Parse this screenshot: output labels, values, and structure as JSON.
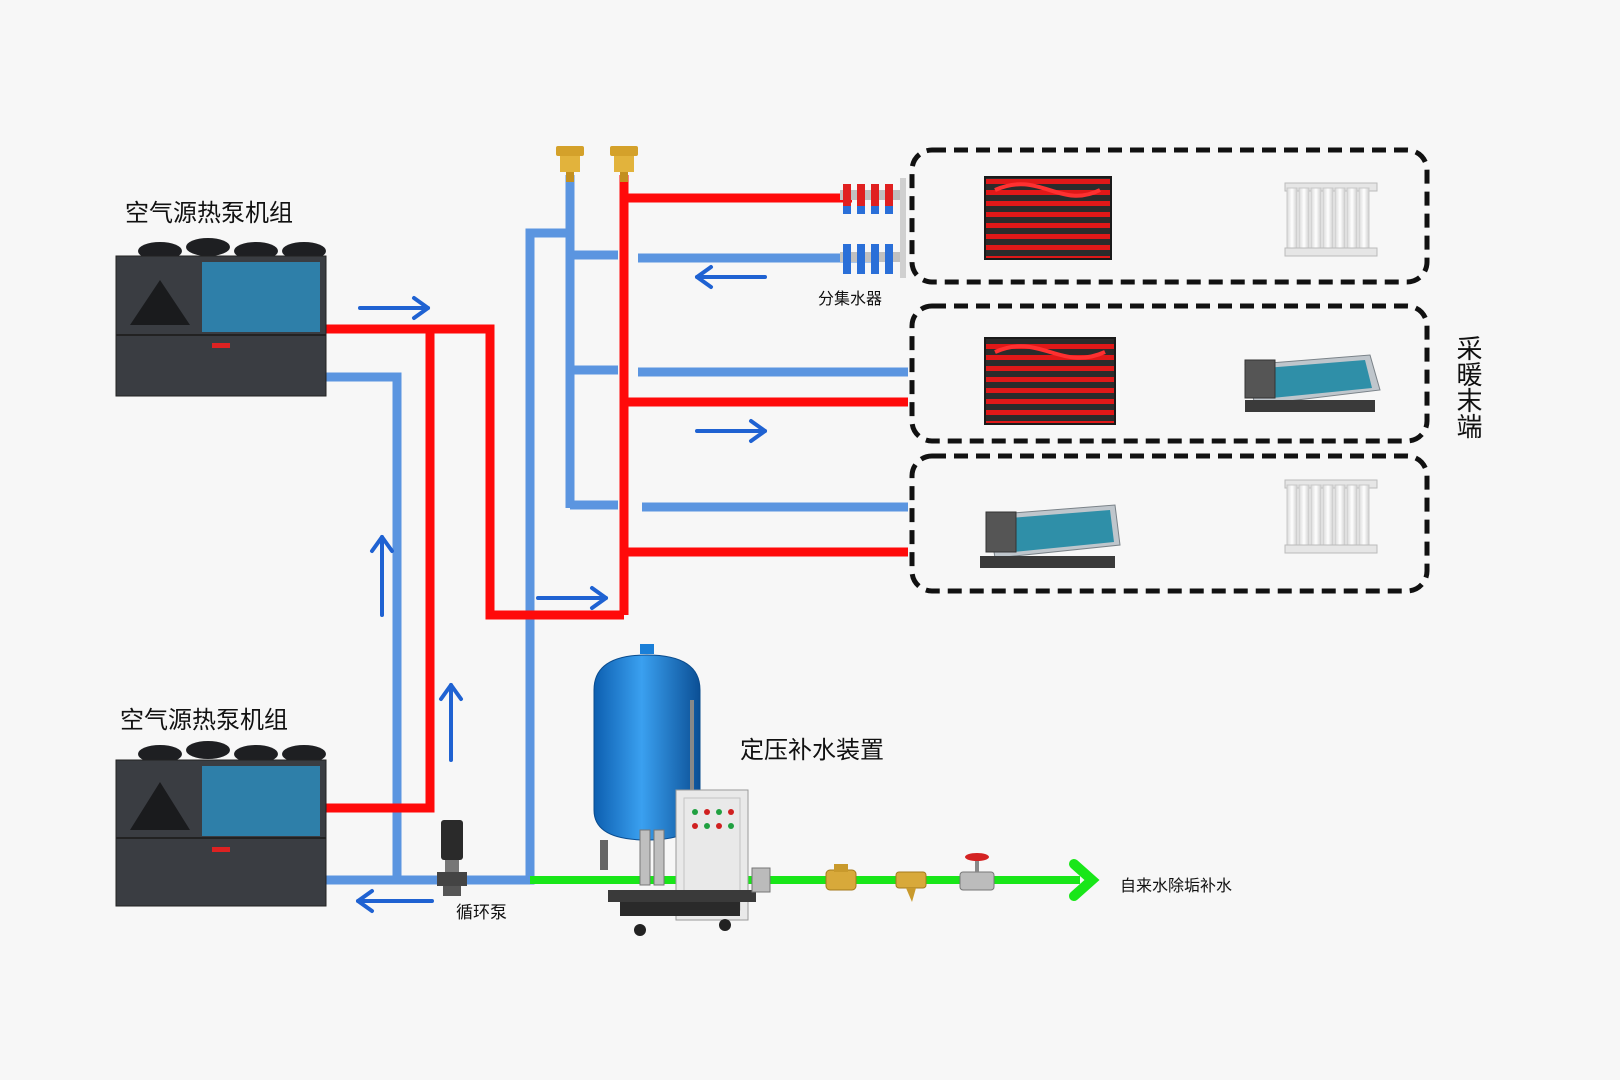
{
  "labels": {
    "heat_pump_unit_1": "空气源热泵机组",
    "heat_pump_unit_2": "空气源热泵机组",
    "manifold": "分集水器",
    "heating_terminal": "采暖末端",
    "pressure_makeup_device": "定压补水装置",
    "circulation_pump": "循环泵",
    "city_water_makeup": "自来水除垢补水"
  },
  "colors": {
    "supply_pipe": "#ff0a0a",
    "return_pipe": "#5b95e0",
    "makeup_water_pipe": "#19e619",
    "flow_arrow": "#1f62d2",
    "terminal_border": "#111111",
    "heat_pump_body": "#3a3d42",
    "heat_pump_panel": "#2e7fa9",
    "expansion_tank": "#1a7fd8"
  },
  "icons": {
    "heat_pump": "heat-pump-unit-icon",
    "floor_heating": "floor-heating-coil-icon",
    "radiator": "radiator-icon",
    "fan_coil": "fan-coil-unit-icon",
    "air_vent": "air-vent-valve-icon",
    "pump": "circulation-pump-icon",
    "tank": "expansion-tank-icon"
  },
  "terminal_groups": [
    {
      "name": "terminal-group-1",
      "devices": [
        "floor_heating",
        "radiator"
      ]
    },
    {
      "name": "terminal-group-2",
      "devices": [
        "floor_heating",
        "fan_coil"
      ]
    },
    {
      "name": "terminal-group-3",
      "devices": [
        "fan_coil",
        "radiator"
      ]
    }
  ]
}
